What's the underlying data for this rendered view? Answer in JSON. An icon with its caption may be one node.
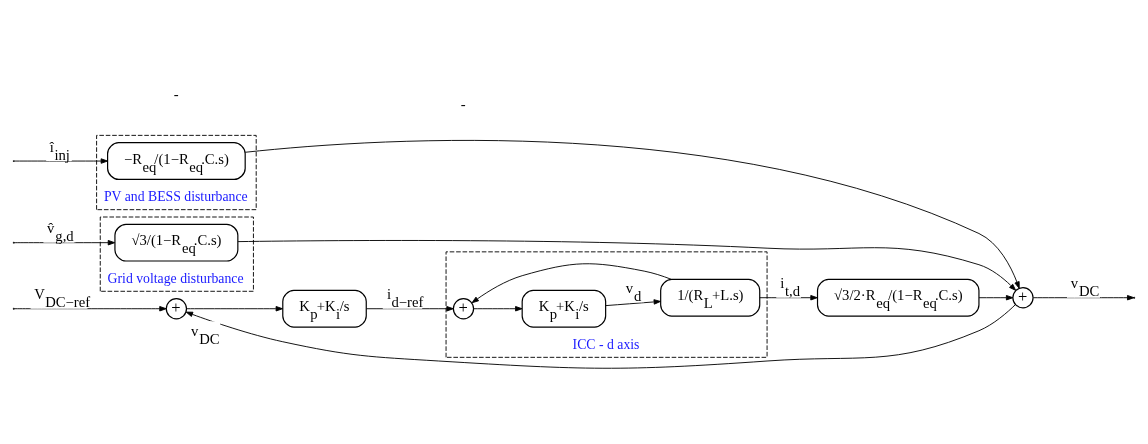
{
  "diagram": {
    "nodes": [
      {
        "text": [
          "+"
        ]
      },
      {
        "text": [
          "K$_{p}$+K$_{i}$/s"
        ]
      },
      {
        "text": [
          "ICC - d axis"
        ]
      },
      {
        "text": [
          "+"
        ],
        "in": 2
      },
      {
        "text": [
          "K$_{p}$+K$_{i}$/s"
        ],
        "in": 2
      },
      {
        "text": [
          "1/(R$_{L}$+L.s)"
        ],
        "in": 2
      },
      {
        "text": [
          "√3/2·R$_{eq}$/(1−R$_{eq}$.C.s)"
        ]
      },
      {
        "text": [
          "+"
        ]
      },
      {
        "text": [
          "PV and BESS disturbance"
        ]
      },
      {
        "text": [
          "−R$_{eq}$/(1−R$_{eq}$.C.s)"
        ],
        "in": 8
      },
      {
        "text": [
          "Grid voltage disturbance"
        ]
      },
      {
        "text": [
          "√3/(1−R$_{eq}$.C.s)"
        ],
        "in": 10
      }
    ],
    "edges": [
      {
        "from": null,
        "to": 0,
        "arrow": "to",
        "label": "V$_{DC−ref}$"
      },
      {
        "from": 0,
        "to": 1,
        "arrow": "to"
      },
      {
        "from": 1,
        "to": 3,
        "arrow": "to",
        "label": "i$_{d−ref}$"
      },
      {
        "from": 3,
        "to": 4,
        "arrow": "to"
      },
      {
        "from": 4,
        "to": 5,
        "arrow": "to",
        "label": "v$_{d}$"
      },
      {
        "from": 5,
        "to": 3,
        "arrow": "to"
      },
      {
        "from": 5,
        "to": 6,
        "arrow": "to",
        "label": "i$_{t,d}$"
      },
      {
        "from": 6,
        "to": 7,
        "arrow": "to"
      },
      {
        "from": null,
        "to": 9,
        "arrow": "to",
        "label": "î$_{inj}$"
      },
      {
        "from": 9,
        "to": 7,
        "arrow": "to"
      },
      {
        "from": null,
        "to": 11,
        "arrow": "to",
        "label": "v̂$_{g,d}$"
      },
      {
        "from": 11,
        "to": 7,
        "arrow": "to"
      },
      {
        "from": 7,
        "to": 0,
        "arrow": "to",
        "label": "v$_{DC}$"
      },
      {
        "from": 7,
        "to": null,
        "arrow": "to",
        "label": "v$_{DC}$"
      }
    ],
    "labels": [
      "-",
      "-"
    ]
  }
}
